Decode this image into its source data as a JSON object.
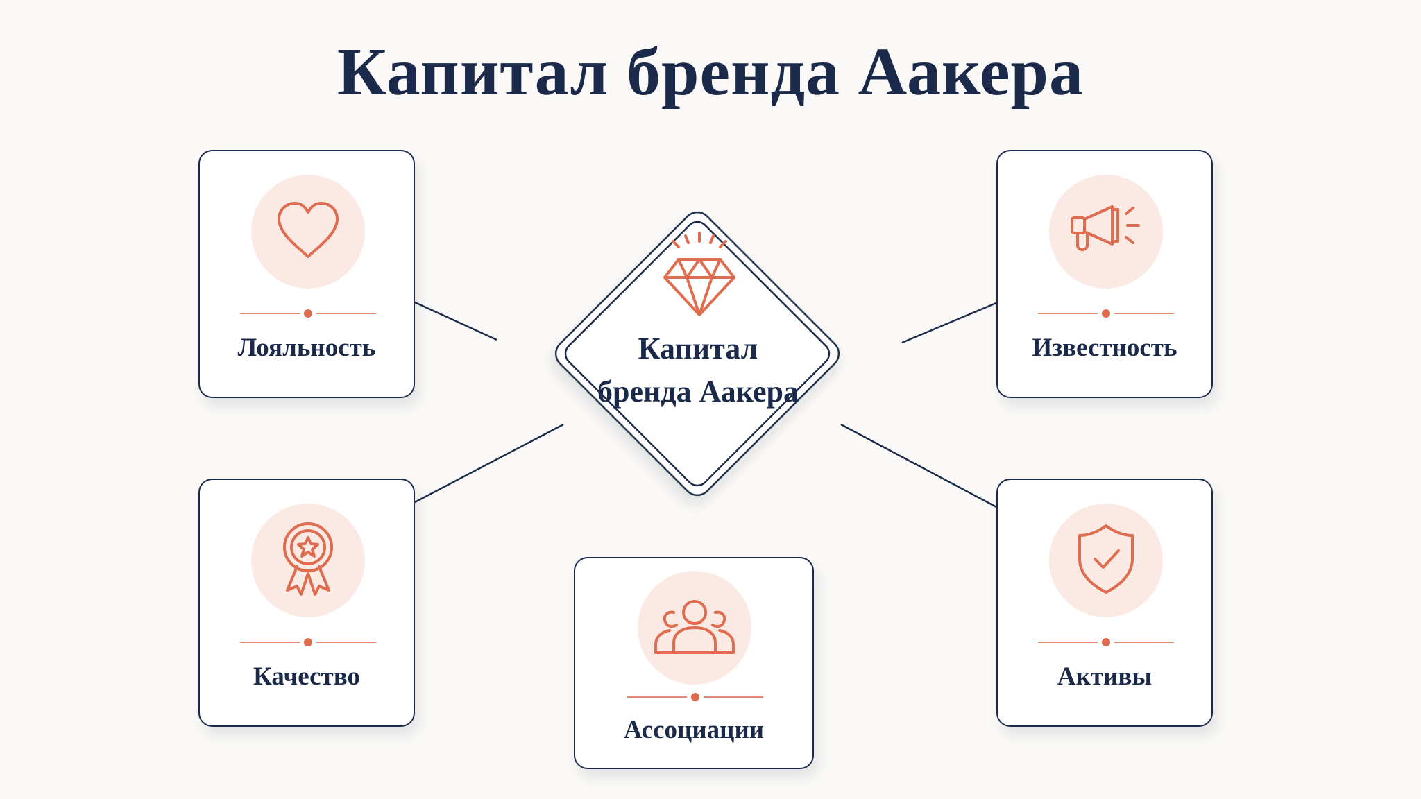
{
  "title": "Капитал бренда Аакера",
  "hub": {
    "line1": "Капитал",
    "line2": "бренда Аакера",
    "icon": "diamond-icon"
  },
  "nodes": [
    {
      "label": "Лояльность",
      "icon": "heart-icon"
    },
    {
      "label": "Известность",
      "icon": "megaphone-icon"
    },
    {
      "label": "Качество",
      "icon": "award-ribbon-icon"
    },
    {
      "label": "Ассоциации",
      "icon": "people-group-icon"
    },
    {
      "label": "Активы",
      "icon": "shield-check-icon"
    }
  ],
  "colors": {
    "navy": "#1b2a4a",
    "accent": "#e06c50",
    "icon_bg": "#fbeae4",
    "background": "#faf9f7"
  }
}
